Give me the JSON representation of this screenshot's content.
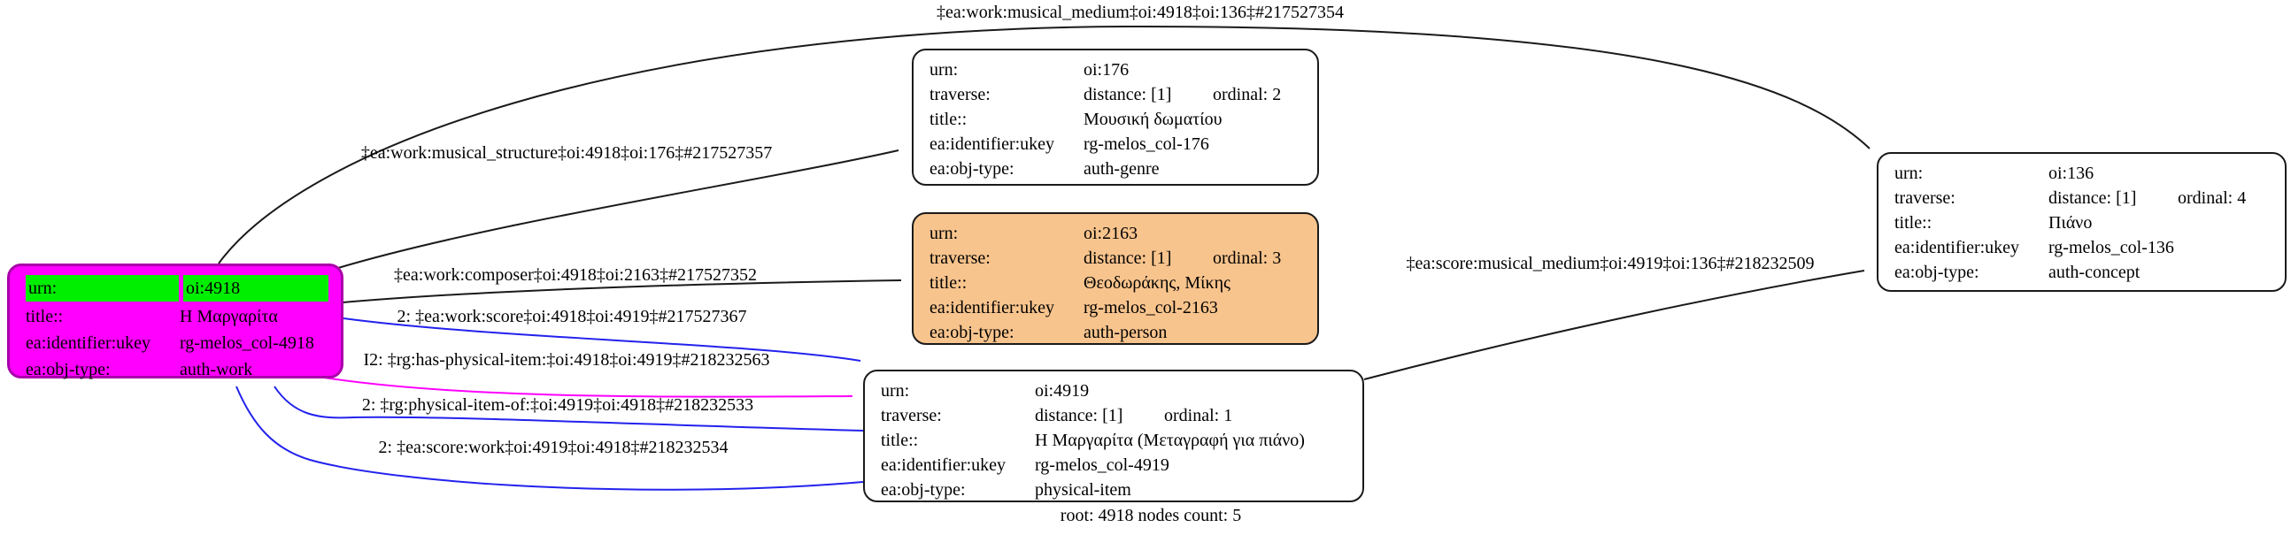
{
  "footer": "root: 4918 nodes count: 5",
  "colors": {
    "root_fill": "#ff00ff",
    "root_border": "#aa00aa",
    "root_urn_highlight": "#00ee00",
    "person_fill": "#f8c48d",
    "node_border": "#1a1a1a",
    "edge_black": "#1a1a1a",
    "edge_blue": "#2222ee",
    "edge_magenta": "#ff00ff"
  },
  "nodes": [
    {
      "id": "oi:4918",
      "rows": [
        {
          "label": "urn:",
          "value": "oi:4918"
        },
        {
          "label": "title::",
          "value": "Η Μαργαρίτα"
        },
        {
          "label": "ea:identifier:ukey",
          "value": "rg-melos_col-4918"
        },
        {
          "label": "ea:obj-type:",
          "value": "auth-work"
        }
      ]
    },
    {
      "id": "oi:176",
      "rows": [
        {
          "label": "urn:",
          "value": "oi:176"
        },
        {
          "label": "traverse:",
          "value": "distance: [1]",
          "value2": "ordinal: 2"
        },
        {
          "label": "title::",
          "value": "Μουσική δωματίου"
        },
        {
          "label": "ea:identifier:ukey",
          "value": "rg-melos_col-176"
        },
        {
          "label": "ea:obj-type:",
          "value": "auth-genre"
        }
      ]
    },
    {
      "id": "oi:2163",
      "rows": [
        {
          "label": "urn:",
          "value": "oi:2163"
        },
        {
          "label": "traverse:",
          "value": "distance: [1]",
          "value2": "ordinal: 3"
        },
        {
          "label": "title::",
          "value": "Θεοδωράκης, Μίκης"
        },
        {
          "label": "ea:identifier:ukey",
          "value": "rg-melos_col-2163"
        },
        {
          "label": "ea:obj-type:",
          "value": "auth-person"
        }
      ]
    },
    {
      "id": "oi:4919",
      "rows": [
        {
          "label": "urn:",
          "value": "oi:4919"
        },
        {
          "label": "traverse:",
          "value": "distance: [1]",
          "value2": "ordinal: 1"
        },
        {
          "label": "title::",
          "value": "Η Μαργαρίτα (Μεταγραφή για πιάνο)"
        },
        {
          "label": "ea:identifier:ukey",
          "value": "rg-melos_col-4919"
        },
        {
          "label": "ea:obj-type:",
          "value": "physical-item"
        }
      ]
    },
    {
      "id": "oi:136",
      "rows": [
        {
          "label": "urn:",
          "value": "oi:136"
        },
        {
          "label": "traverse:",
          "value": "distance: [1]",
          "value2": "ordinal: 4"
        },
        {
          "label": "title::",
          "value": "Πιάνο"
        },
        {
          "label": "ea:identifier:ukey",
          "value": "rg-melos_col-136"
        },
        {
          "label": "ea:obj-type:",
          "value": "auth-concept"
        }
      ]
    }
  ],
  "edges": [
    {
      "label": "‡ea:work:musical_medium‡oi:4918‡oi:136‡#217527354",
      "color": "#1a1a1a"
    },
    {
      "label": "‡ea:work:musical_structure‡oi:4918‡oi:176‡#217527357",
      "color": "#1a1a1a"
    },
    {
      "label": "‡ea:work:composer‡oi:4918‡oi:2163‡#217527352",
      "color": "#1a1a1a"
    },
    {
      "label": "2: ‡ea:work:score‡oi:4918‡oi:4919‡#217527367",
      "color": "#2222ee"
    },
    {
      "label": "I2: ‡rg:has-physical-item:‡oi:4918‡oi:4919‡#218232563",
      "color": "#ff00ff"
    },
    {
      "label": "2: ‡rg:physical-item-of:‡oi:4919‡oi:4918‡#218232533",
      "color": "#2222ee"
    },
    {
      "label": "2: ‡ea:score:work‡oi:4919‡oi:4918‡#218232534",
      "color": "#2222ee"
    },
    {
      "label": "‡ea:score:musical_medium‡oi:4919‡oi:136‡#218232509",
      "color": "#1a1a1a"
    }
  ]
}
